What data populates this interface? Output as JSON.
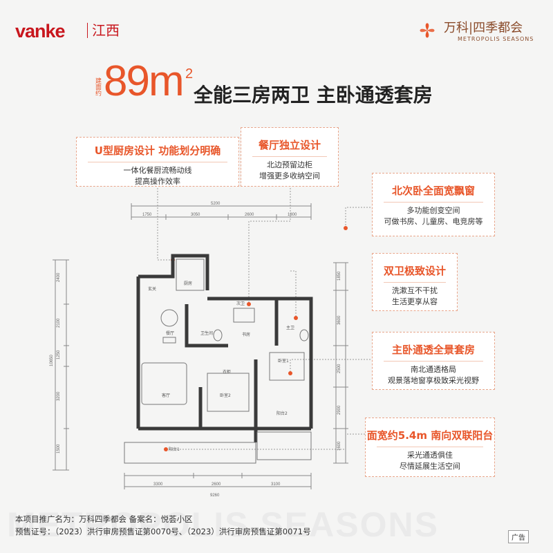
{
  "header": {
    "developer_logo": "vanke",
    "region": "江西",
    "brand_name": "万科|四季都会",
    "brand_en": "METROPOLIS SEASONS"
  },
  "hero": {
    "area_label": "建面约",
    "area_value": "89m",
    "area_sup": "2",
    "headline": "全能三房两卫 主卧通透套房"
  },
  "cards": [
    {
      "title": "U型厨房设计 功能划分明确",
      "lines": [
        "一体化餐厨流畅动线",
        "提高操作效率"
      ]
    },
    {
      "title": "餐厅独立设计",
      "lines": [
        "北边预留边柜",
        "增强更多收纳空间"
      ]
    },
    {
      "title": "北次卧全面宽飘窗",
      "lines": [
        "多功能创变空间",
        "可做书房、儿童房、电竞房等"
      ]
    },
    {
      "title": "双卫极致设计",
      "lines": [
        "洗漱互不干扰",
        "生活更享从容"
      ]
    },
    {
      "title": "主卧通透全景套房",
      "lines": [
        "南北通透格局",
        "观景落地窗享极致采光视野"
      ]
    },
    {
      "title": "面宽约5.4m 南向双联阳台",
      "lines": [
        "采光通透俱佳",
        "尽情延展生活空间"
      ]
    }
  ],
  "plan": {
    "top_dims": {
      "total": "5200",
      "segments": [
        "1750",
        "3050",
        "2600",
        "1800"
      ]
    },
    "bottom_dims": {
      "total": "9260",
      "segments": [
        "3300",
        "2600",
        "3100"
      ]
    },
    "left_dims": {
      "total": "10650",
      "segments": [
        "2400",
        "2100",
        "1250",
        "3200",
        "1500"
      ]
    },
    "right_dims": [
      "1850",
      "3600",
      "2500",
      "2900",
      "1600"
    ],
    "rooms": [
      "厨房",
      "玄关",
      "餐厅",
      "卫生间",
      "书房",
      "次卫",
      "主卫",
      "客厅",
      "卧室2",
      "卧室1",
      "阳台1",
      "阳台2",
      "衣柜"
    ]
  },
  "footer": {
    "line1": "本项目推广名为：万科四季都会   备案名：悦荟小区",
    "line2": "预售证号：（2023）洪行审房预售证第0070号、（2023）洪行审房预售证第0071号",
    "ad_label": "广告",
    "watermark": "METROPOLIS SEASONS"
  },
  "colors": {
    "brand_red": "#c8161d",
    "accent": "#e8562a",
    "brand_brown": "#8a4b2a"
  }
}
